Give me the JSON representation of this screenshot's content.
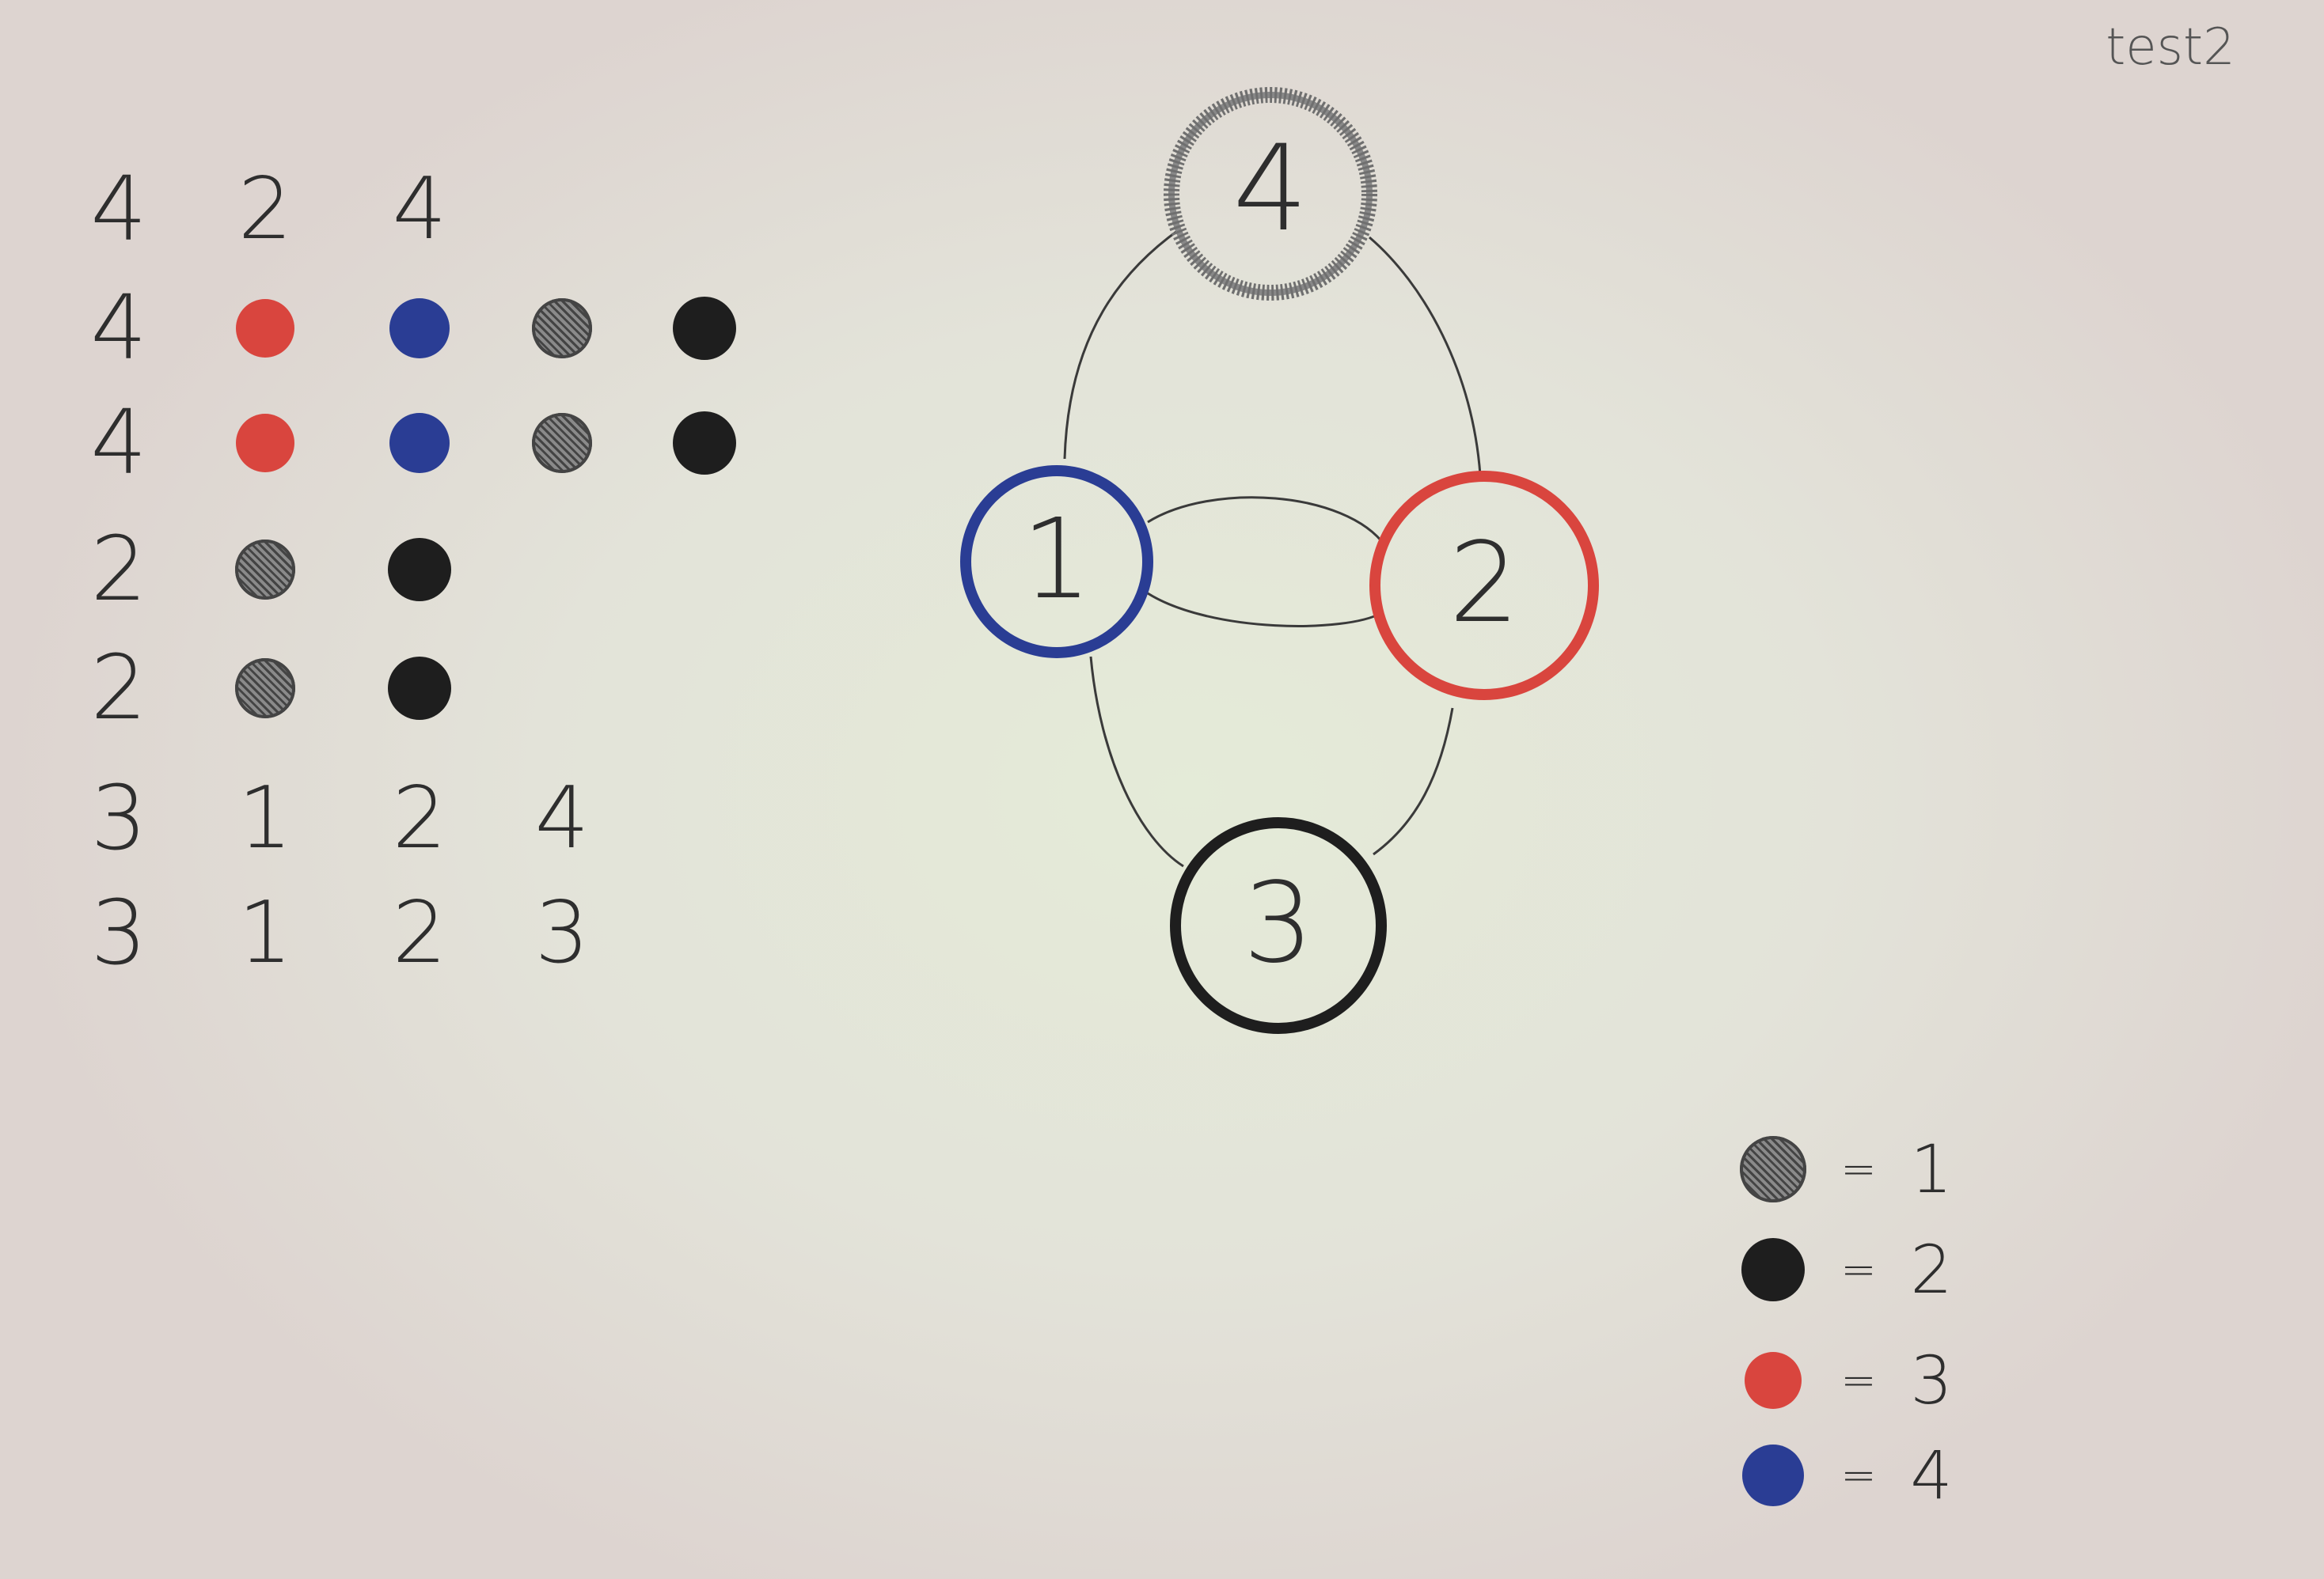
{
  "title": "test2",
  "colors": {
    "gray": "#6f6f6f",
    "black": "#1e1e1e",
    "red": "#d9453e",
    "blue": "#2a3d94",
    "paper": "#e3e6da"
  },
  "table": {
    "rows": [
      {
        "label": "4",
        "cells": [
          {
            "text": "2"
          },
          {
            "text": "4"
          }
        ]
      },
      {
        "label": "4",
        "cells": [
          {
            "dot": "red"
          },
          {
            "dot": "blue"
          },
          {
            "dot": "gray"
          },
          {
            "dot": "black"
          }
        ]
      },
      {
        "label": "4",
        "cells": [
          {
            "dot": "red"
          },
          {
            "dot": "blue"
          },
          {
            "dot": "gray"
          },
          {
            "dot": "black"
          }
        ]
      },
      {
        "label": "2",
        "cells": [
          {
            "dot": "gray"
          },
          {
            "dot": "black"
          }
        ]
      },
      {
        "label": "2",
        "cells": [
          {
            "dot": "gray"
          },
          {
            "dot": "black"
          }
        ]
      },
      {
        "label": "3",
        "cells": [
          {
            "text": "1"
          },
          {
            "text": "2"
          },
          {
            "text": "4"
          }
        ]
      },
      {
        "label": "3",
        "cells": [
          {
            "text": "1"
          },
          {
            "text": "2"
          },
          {
            "text": "3"
          }
        ]
      }
    ]
  },
  "graph": {
    "nodes": [
      {
        "id": "1",
        "label": "1",
        "color": "blue"
      },
      {
        "id": "2",
        "label": "2",
        "color": "red"
      },
      {
        "id": "3",
        "label": "3",
        "color": "black"
      },
      {
        "id": "4",
        "label": "4",
        "color": "gray"
      }
    ],
    "edges": [
      {
        "from": "4",
        "to": "1"
      },
      {
        "from": "4",
        "to": "2"
      },
      {
        "from": "1",
        "to": "2"
      },
      {
        "from": "1",
        "to": "2"
      },
      {
        "from": "1",
        "to": "3"
      },
      {
        "from": "2",
        "to": "3"
      }
    ]
  },
  "legend": {
    "items": [
      {
        "color": "gray",
        "equals": "=",
        "value": "1"
      },
      {
        "color": "black",
        "equals": "=",
        "value": "2"
      },
      {
        "color": "red",
        "equals": "=",
        "value": "3"
      },
      {
        "color": "blue",
        "equals": "=",
        "value": "4"
      }
    ]
  }
}
